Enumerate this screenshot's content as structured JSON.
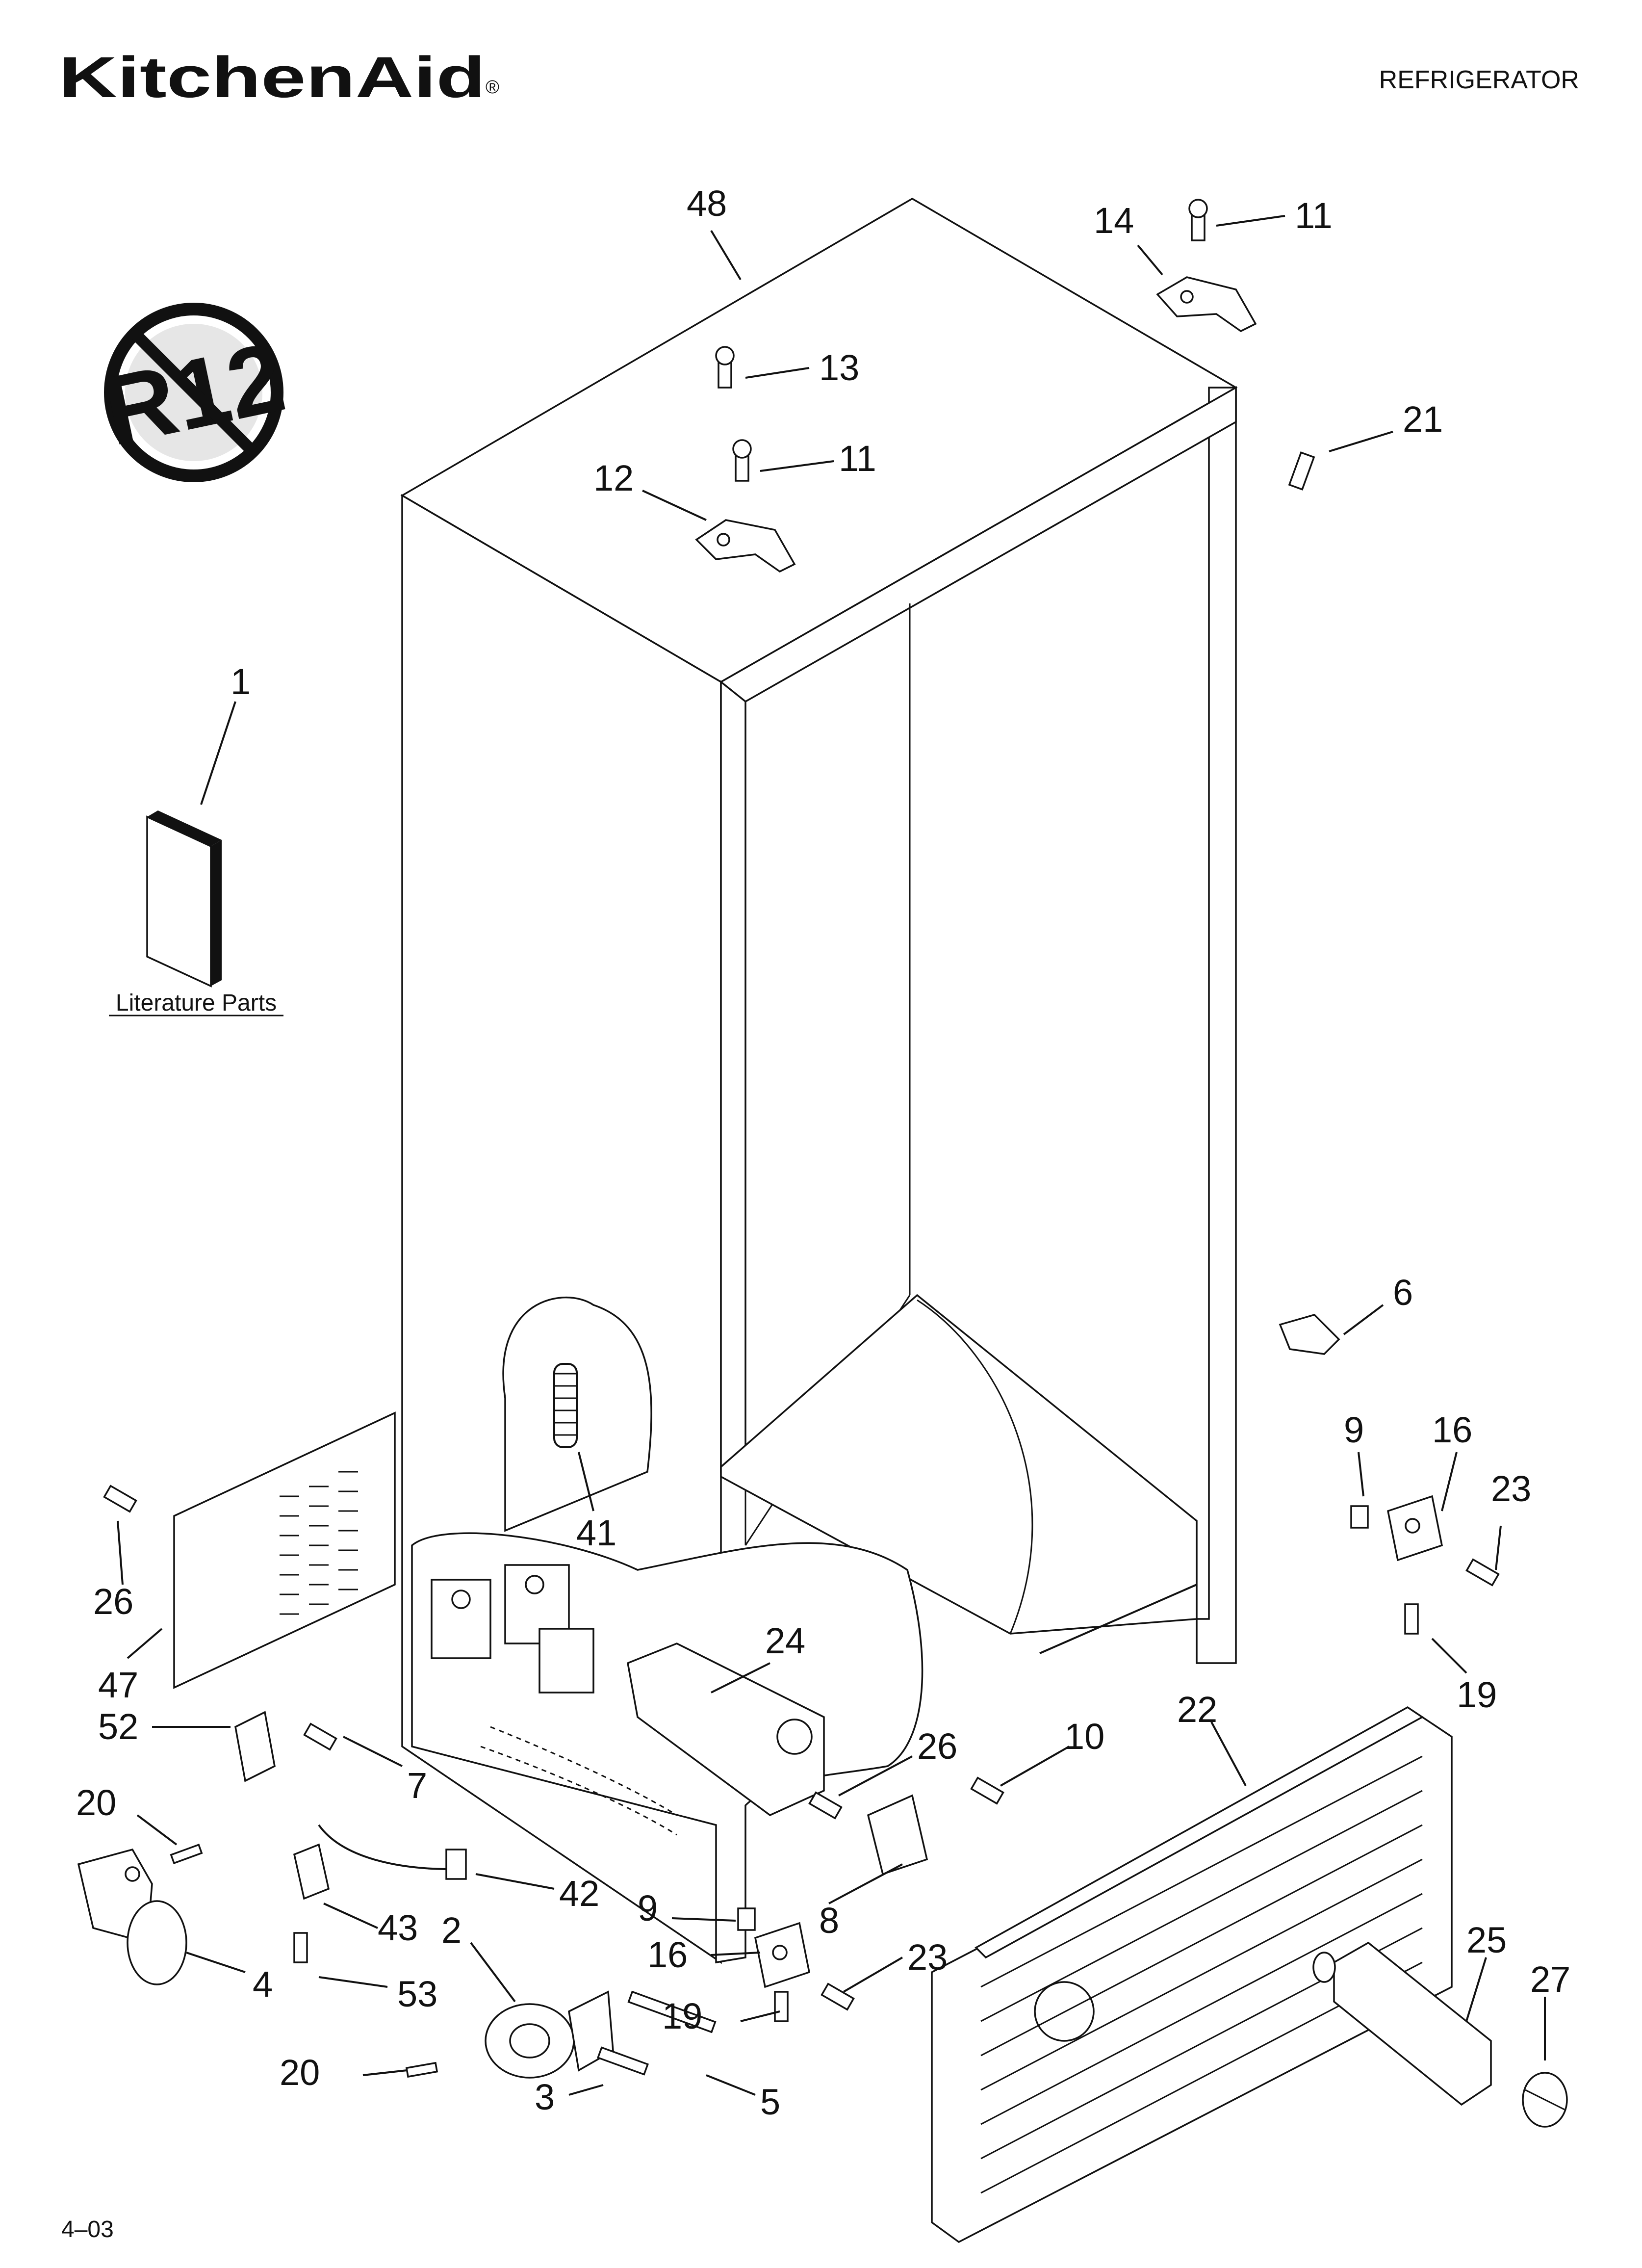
{
  "header": {
    "brand": "KitchenAid",
    "brand_mark": "®",
    "product_type": "REFRIGERATOR"
  },
  "badge": {
    "text": "R12",
    "icon": "no-r12-refrigerant-icon"
  },
  "literature_label": "Literature Parts",
  "footer": {
    "date_code": "4–03"
  },
  "callouts": [
    "48",
    "14",
    "11",
    "13",
    "11",
    "12",
    "21",
    "1",
    "6",
    "9",
    "16",
    "23",
    "41",
    "26",
    "47",
    "24",
    "19",
    "52",
    "7",
    "26",
    "10",
    "22",
    "20",
    "42",
    "43",
    "9",
    "8",
    "2",
    "16",
    "23",
    "25",
    "27",
    "4",
    "53",
    "19",
    "20",
    "3",
    "5"
  ]
}
